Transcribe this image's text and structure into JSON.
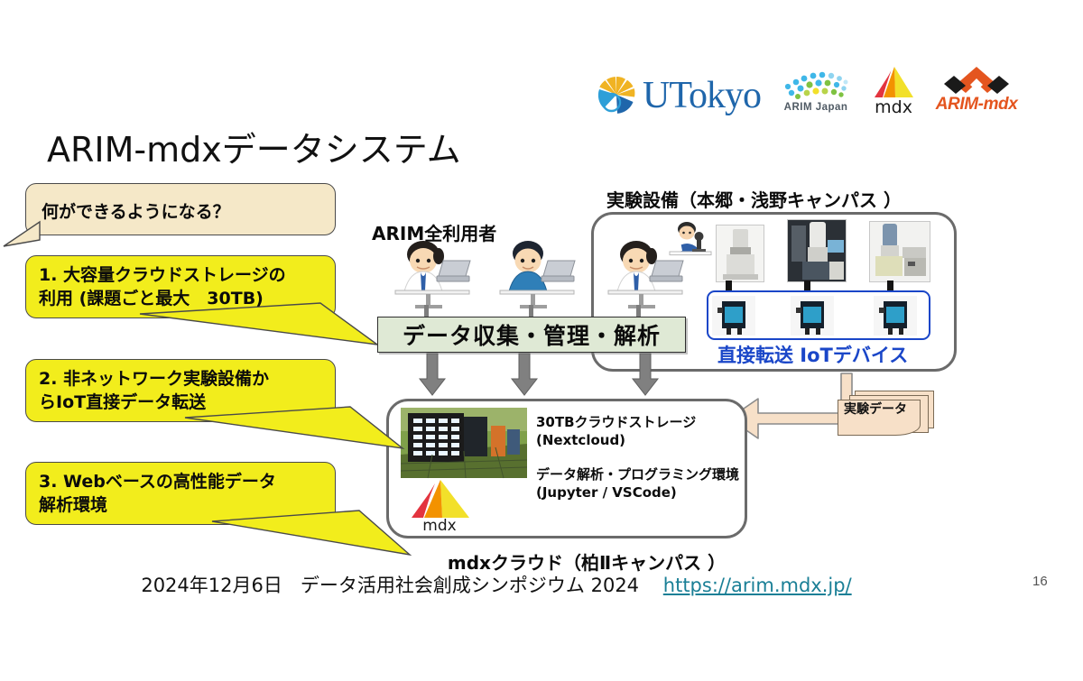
{
  "slide": {
    "title": "ARIM-mdxデータシステム",
    "page_number": "16"
  },
  "logos": [
    {
      "name": "utokyo-logo",
      "word": "UTokyo"
    },
    {
      "name": "arim-japan-logo",
      "word": "ARIM Japan"
    },
    {
      "name": "mdx-logo",
      "word": "mdx"
    },
    {
      "name": "arim-mdx-logo",
      "word": "ARIM-mdx"
    }
  ],
  "callouts": [
    {
      "id": "question",
      "text": "何ができるようになる？",
      "color": "#f5e8c8"
    },
    {
      "id": "point-1",
      "line1": "1. 大容量クラウドストレージの",
      "line2": "利用 (課題ごと最大　30TB)",
      "color": "#f2ed1c"
    },
    {
      "id": "point-2",
      "line1": "2. 非ネットワーク実験設備か",
      "line2": "らIoT直接データ転送",
      "color": "#f2ed1c"
    },
    {
      "id": "point-3",
      "line1": "3. Webベースの高性能データ",
      "line2": "解析環境",
      "color": "#f2ed1c"
    }
  ],
  "diagram": {
    "users_label": "ARIM全利用者",
    "green_bar": "データ収集・管理・解析",
    "facility_label": "実験設備（本郷・浅野キャンパス ）",
    "iot_label": "直接転送 IoTデバイス",
    "exp_data_label": "実験データ",
    "cloud": {
      "storage_line1": "30TBクラウドストレージ",
      "storage_line2": "(Nextcloud)",
      "analysis_line1": "データ解析・プログラミング環境",
      "analysis_line2": "(Jupyter / VSCode)",
      "inner_logo_word": "mdx",
      "caption": "mdxクラウド（柏Ⅱキャンパス ）"
    }
  },
  "footer": {
    "date": "2024年12月6日",
    "event": "データ活用社会創成シンポジウム 2024",
    "url": "https://arim.mdx.jp/"
  },
  "colors": {
    "yellow": "#f2ed1c",
    "cream": "#f5e8c8",
    "green_bar": "#dfe9d5",
    "iot_blue": "#1a46c8",
    "link": "#1a7f96",
    "arrow_gray": "#808080",
    "doc_peach": "#f7e0c8"
  }
}
